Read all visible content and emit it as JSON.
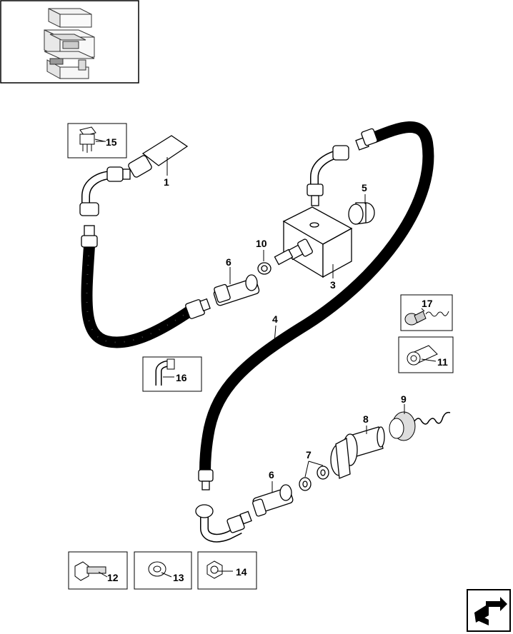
{
  "callouts": {
    "c1": "1",
    "c3": "3",
    "c4": "4",
    "c5": "5",
    "c6a": "6",
    "c6b": "6",
    "c7": "7",
    "c8": "8",
    "c9": "9",
    "c10": "10",
    "c11": "11",
    "c12": "12",
    "c13": "13",
    "c14": "14",
    "c15": "15",
    "c16": "16",
    "c17": "17"
  },
  "icons": {
    "nav": "next-page-arrow-icon",
    "locator": "assembly-locator-thumbnail"
  }
}
